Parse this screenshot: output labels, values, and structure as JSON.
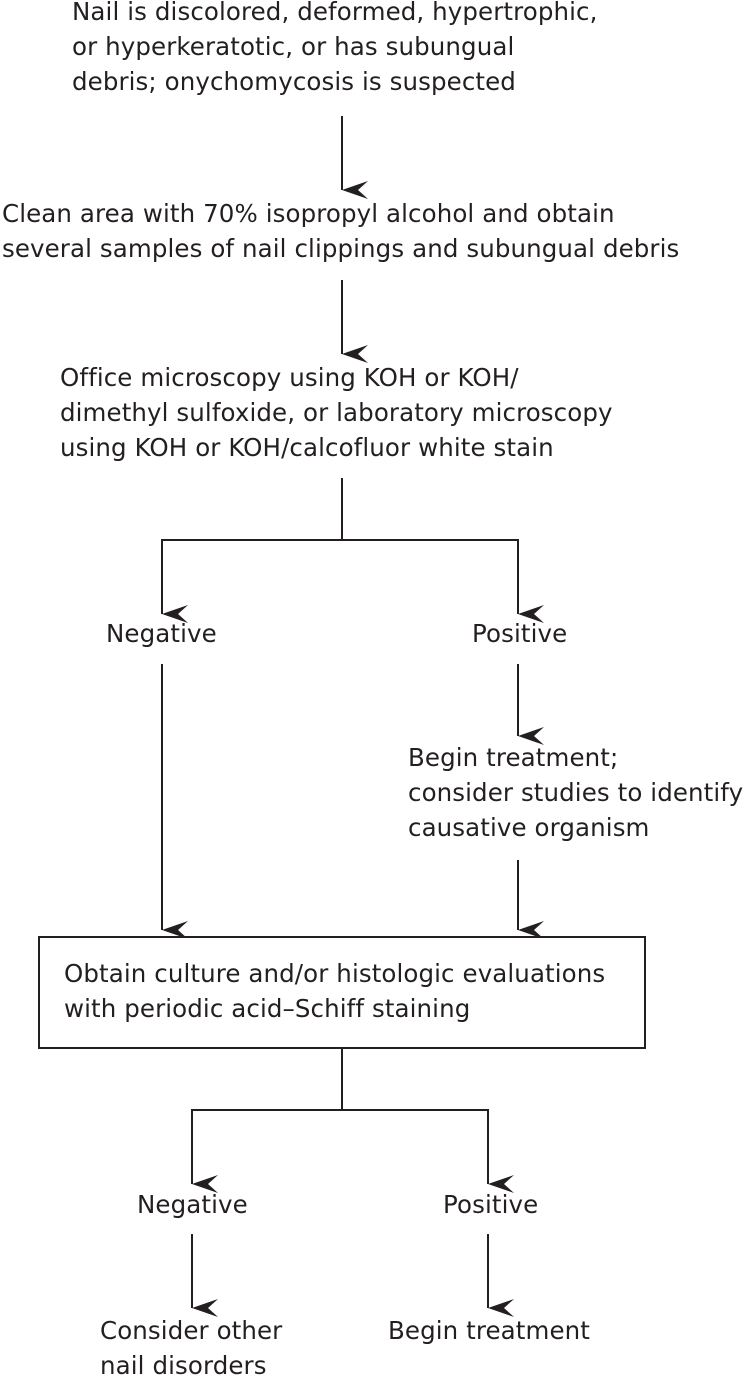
{
  "diagram": {
    "line_color": "#231f20",
    "text_color": "#231f20",
    "nodes": {
      "suspect": {
        "lines": [
          "Nail is discolored, deformed, hypertrophic,",
          "or hyperkeratotic, or has subungual",
          "debris; onychomycosis is suspected"
        ]
      },
      "sample": {
        "lines": [
          "Clean area with 70% isopropyl alcohol and obtain",
          "several samples of nail clippings and subungual debris"
        ]
      },
      "microscopy": {
        "lines": [
          "Office microscopy using KOH or KOH/",
          "dimethyl sulfoxide, or laboratory microscopy",
          "using KOH or KOH/calcofluor white stain"
        ]
      },
      "negative_1": {
        "label": "Negative"
      },
      "positive_1": {
        "label": "Positive"
      },
      "begin_treatment_studies": {
        "lines": [
          "Begin treatment;",
          "consider studies to identify",
          "causative organism"
        ]
      },
      "culture": {
        "lines": [
          "Obtain culture and/or histologic evaluations",
          "with periodic acid–Schiff staining"
        ]
      },
      "negative_2": {
        "label": "Negative"
      },
      "positive_2": {
        "label": "Positive"
      },
      "other_disorders": {
        "lines": [
          "Consider other",
          "nail disorders"
        ]
      },
      "begin_treatment": {
        "label": "Begin treatment"
      }
    }
  }
}
